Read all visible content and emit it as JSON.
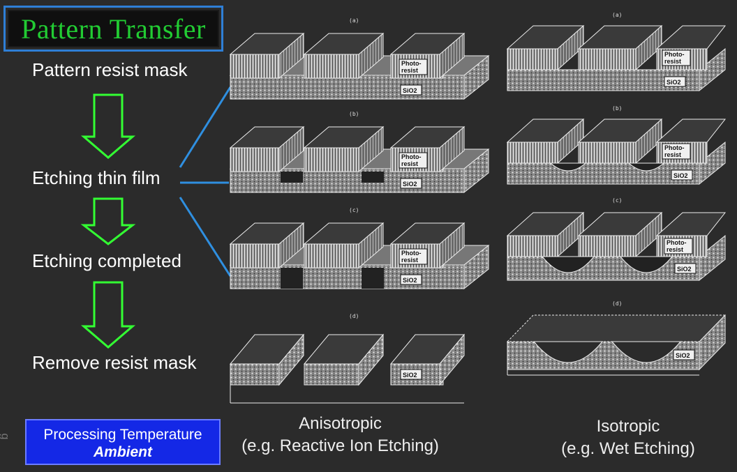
{
  "title": "Pattern Transfer",
  "steps": {
    "pattern": "Pattern resist mask",
    "etching": "Etching thin film",
    "completed": "Etching completed",
    "remove": "Remove resist mask"
  },
  "temperature": {
    "label": "Processing Temperature",
    "value": "Ambient"
  },
  "side_letter": "g",
  "anisotropic": {
    "title": "Anisotropic",
    "example": "(e.g. Reactive Ion Etching)",
    "panels": [
      "(a)",
      "(b)",
      "(c)",
      "(d)"
    ]
  },
  "isotropic": {
    "title": "Isotropic",
    "example": "(e.g. Wet Etching)",
    "panels": [
      "(a)",
      "(b)",
      "(c)",
      "(d)"
    ]
  },
  "material_labels": {
    "photo": "Photo-",
    "resist": "resist",
    "oxide": "SiO2"
  },
  "colors": {
    "title_text": "#22cc33",
    "title_border": "#2f7fd6",
    "arrow": "#33ff33",
    "connector": "#2f8fe0",
    "temp_box": "#1428e6"
  }
}
